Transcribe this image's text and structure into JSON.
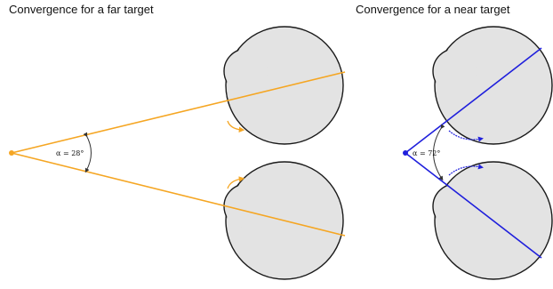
{
  "panels": {
    "far": {
      "title": "Convergence for a far target",
      "angle_label": "α = 28°",
      "angle_degrees": 28,
      "line_color": "#f5a623"
    },
    "near": {
      "title": "Convergence for a near target",
      "angle_label": "α = 72°",
      "angle_degrees": 72,
      "line_color": "#1f1fdc"
    }
  },
  "colors": {
    "eyeball_fill": "#e3e3e3",
    "eyeball_stroke": "#1a1a1a",
    "arc_stroke": "#333333"
  }
}
